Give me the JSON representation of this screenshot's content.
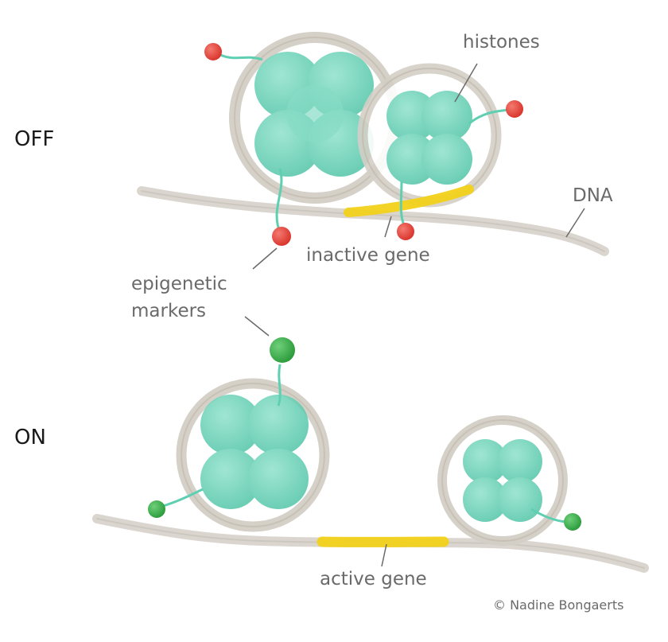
{
  "states": {
    "off": "OFF",
    "on": "ON"
  },
  "labels": {
    "histones": "histones",
    "dna": "DNA",
    "inactive_gene": "inactive gene",
    "epigenetic_markers_line1": "epigenetic",
    "epigenetic_markers_line2": "markers",
    "active_gene": "active gene"
  },
  "credit": "© Nadine Bongaerts",
  "colors": {
    "dna": "#d8d4cc",
    "histone": "#5fcfb2",
    "gene": "#f2d21a",
    "marker_off": "#e8453c",
    "marker_on": "#3cb04a",
    "label_text": "#6a6a6a"
  }
}
